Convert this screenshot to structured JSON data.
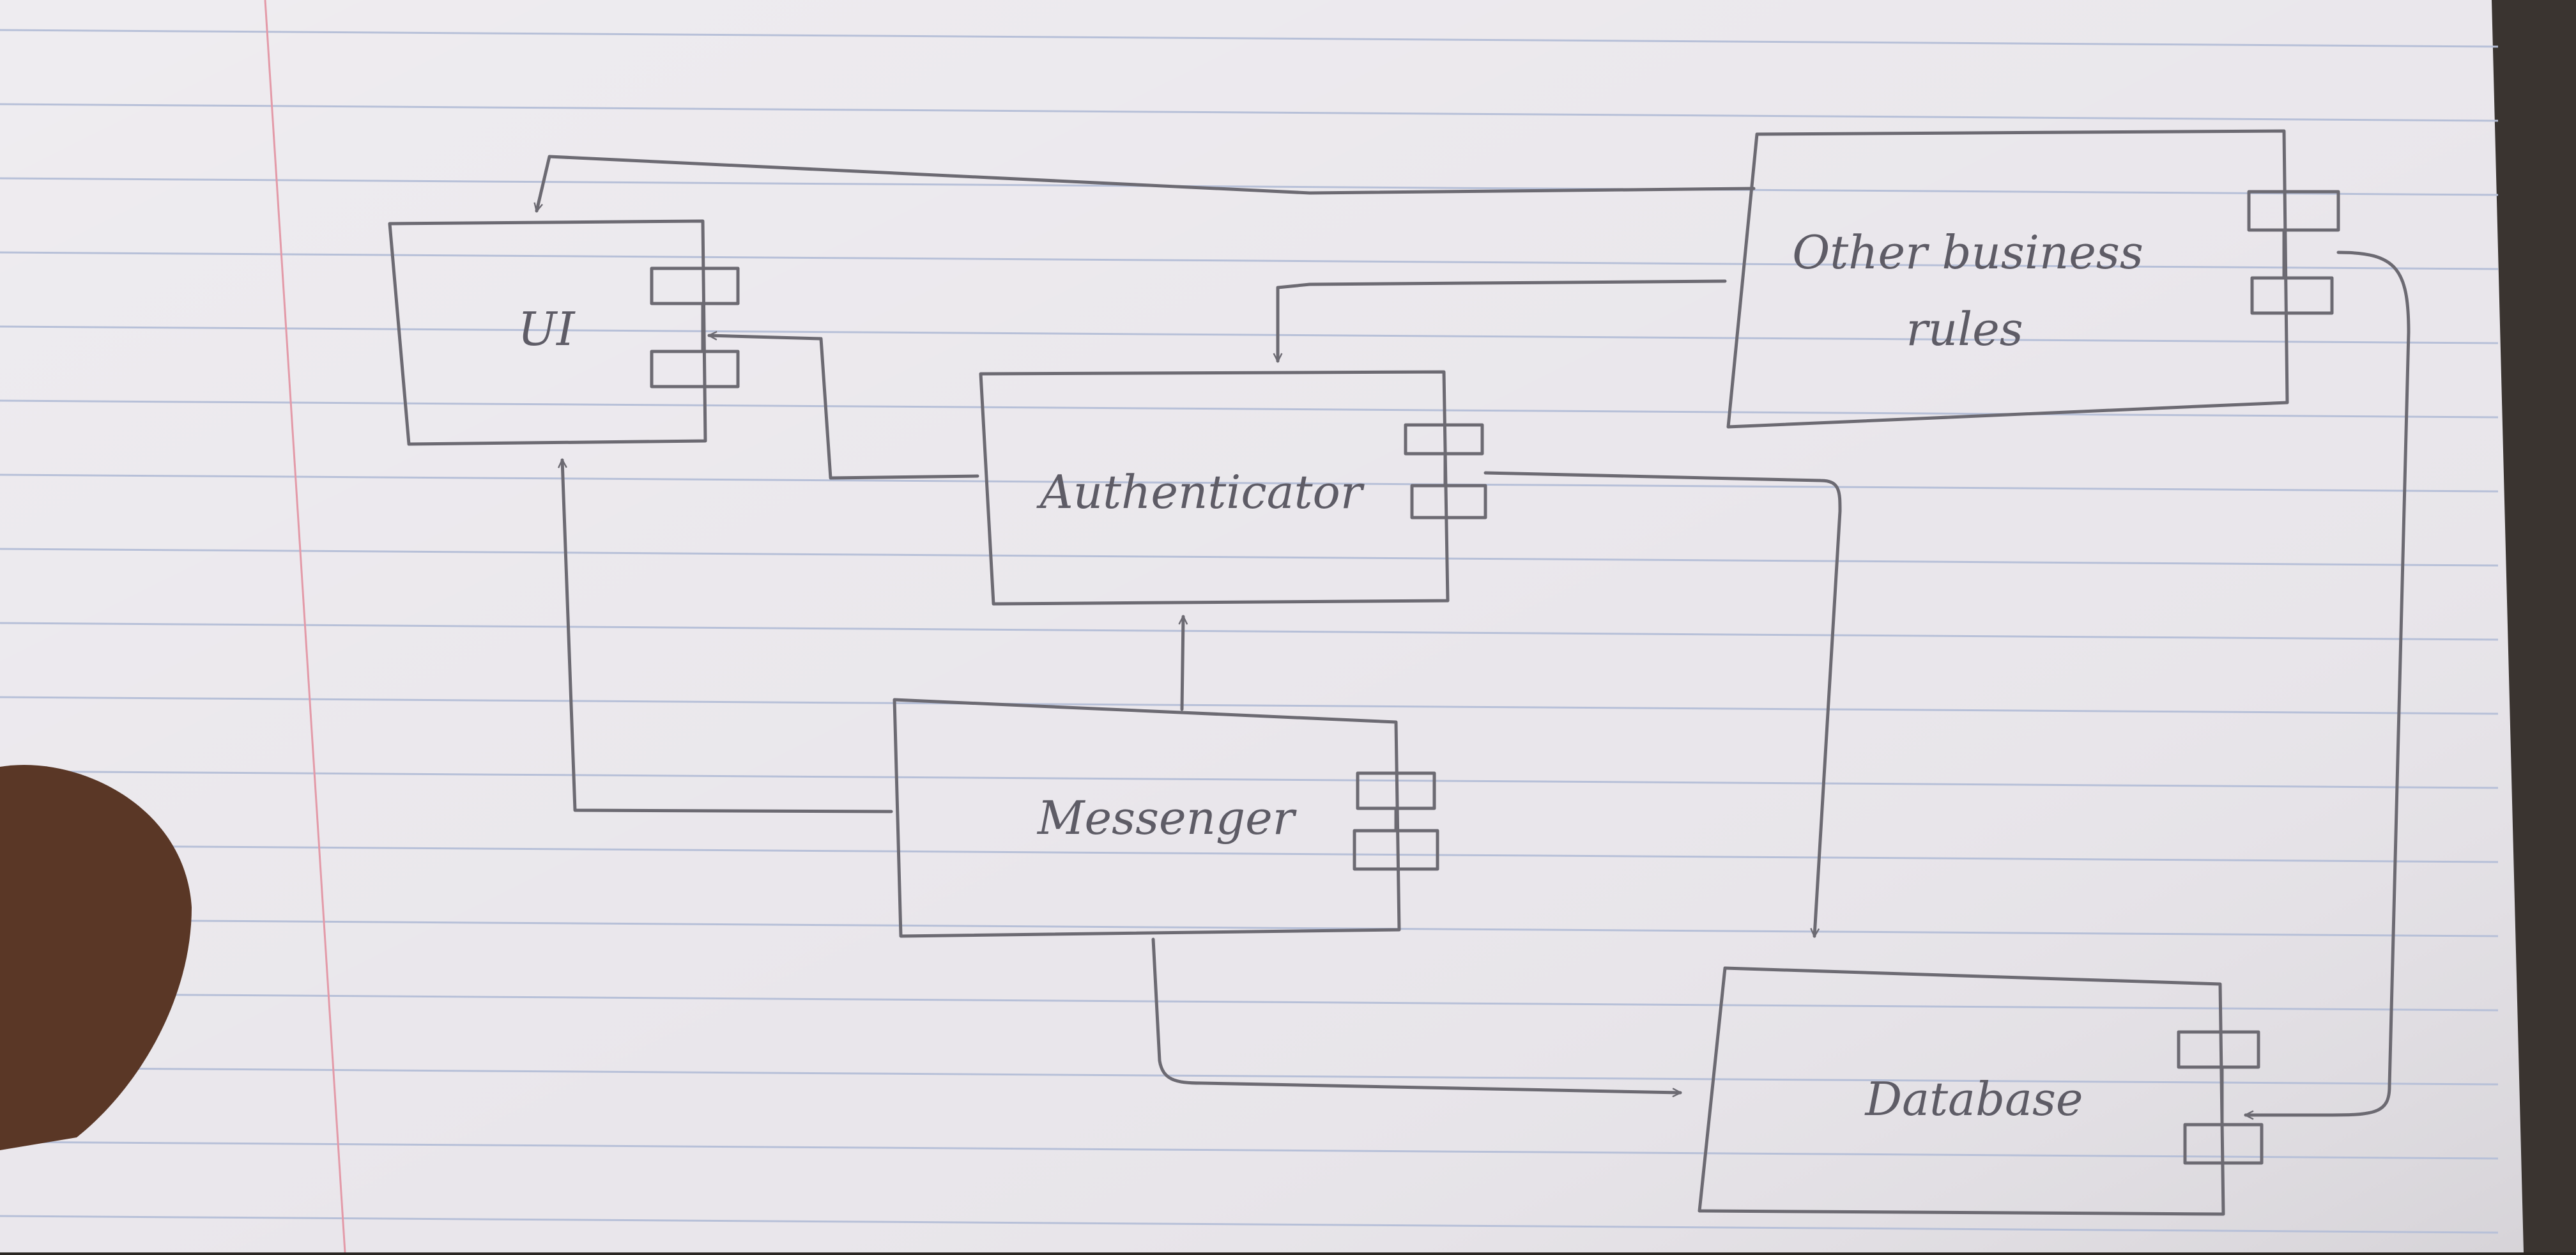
{
  "components": {
    "ui": {
      "label": "UI"
    },
    "authenticator": {
      "label": "Authenticator"
    },
    "messenger": {
      "label": "Messenger"
    },
    "other_business_rules": {
      "label_line1": "Other business",
      "label_line2": "rules"
    },
    "database": {
      "label": "Database"
    }
  },
  "connections": [
    {
      "from": "Other business rules",
      "to": "UI"
    },
    {
      "from": "Other business rules",
      "to": "Authenticator"
    },
    {
      "from": "Other business rules",
      "to": "Database"
    },
    {
      "from": "Authenticator",
      "to": "UI"
    },
    {
      "from": "Authenticator",
      "to": "Database"
    },
    {
      "from": "Messenger",
      "to": "Authenticator"
    },
    {
      "from": "Messenger",
      "to": "UI"
    },
    {
      "from": "Messenger",
      "to": "Database"
    }
  ],
  "colors": {
    "paper": "#e9e6eb",
    "rule_line": "#b7c0d8",
    "margin_line": "#e39aa8",
    "pencil": "#6c6a72"
  }
}
